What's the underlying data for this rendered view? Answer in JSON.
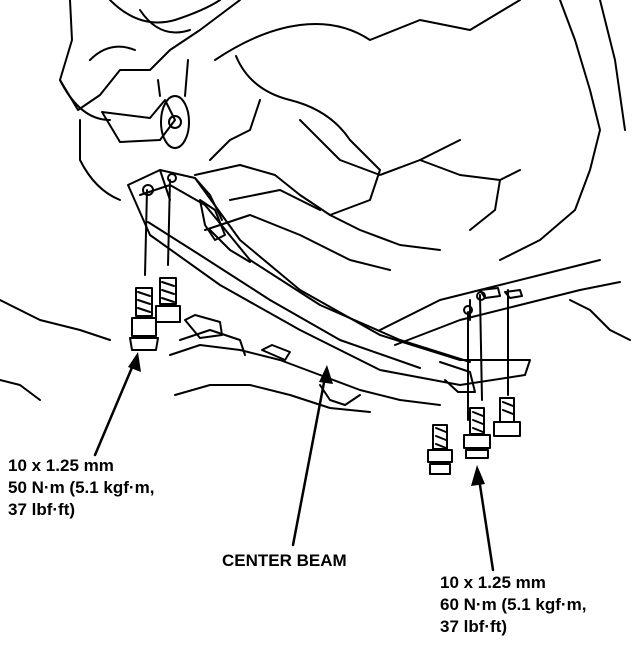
{
  "callouts": {
    "left_bolt": {
      "size": "10 x 1.25 mm",
      "torque": "50 N·m (5.1 kgf·m,",
      "torque_cont": "37 lbf·ft)"
    },
    "center": {
      "label": "CENTER BEAM"
    },
    "right_bolt": {
      "size": "10 x 1.25 mm",
      "torque": "60 N·m (5.1 kgf·m,",
      "torque_cont": "37 lbf·ft)"
    }
  },
  "colors": {
    "ink": "#000000",
    "paper": "#ffffff"
  }
}
